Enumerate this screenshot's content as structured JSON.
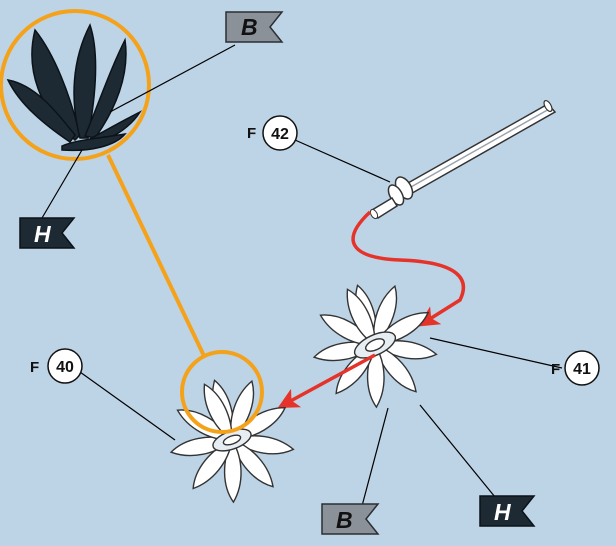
{
  "background_color": "#bdd3e6",
  "accent_color": "#f5a21b",
  "arrow_color": "#e5332a",
  "parts": [
    {
      "prefix": "F",
      "number": "40"
    },
    {
      "prefix": "F",
      "number": "41"
    },
    {
      "prefix": "F",
      "number": "42"
    }
  ],
  "flags": {
    "top_b": "B",
    "top_h": "H",
    "bottom_b": "B",
    "bottom_h": "H"
  }
}
